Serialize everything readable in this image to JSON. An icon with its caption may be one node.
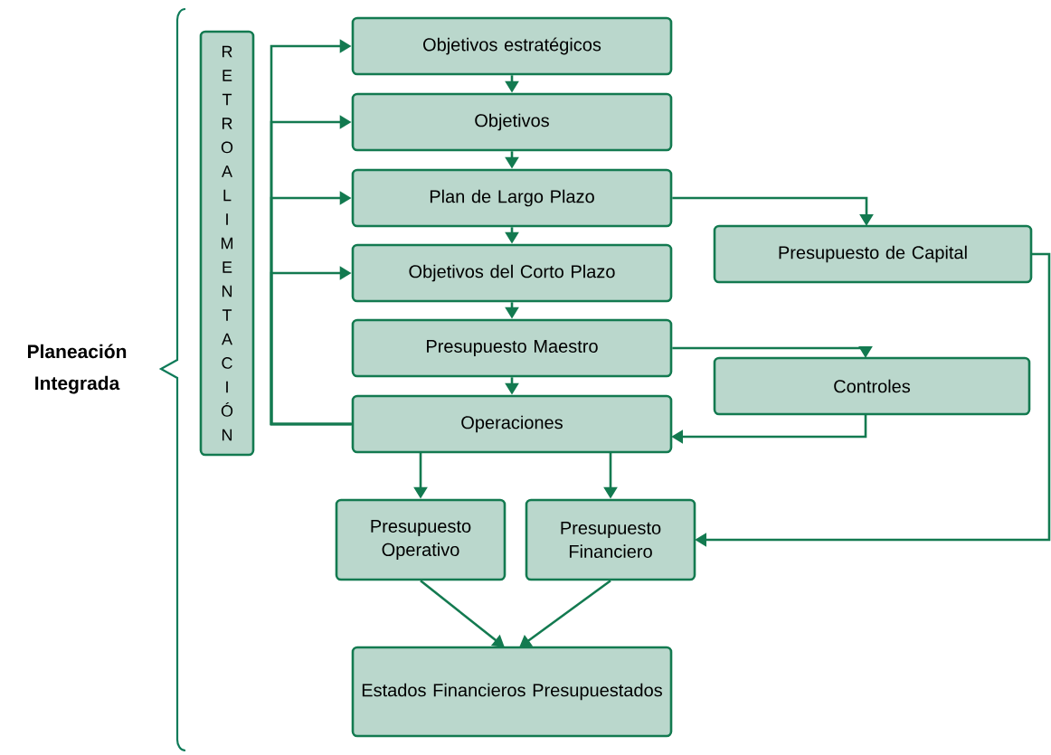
{
  "diagram": {
    "nodes": [
      {
        "text": [
          "RETROALIMENTACIÓN"
        ]
      },
      {
        "text": [
          "Objetivos estratégicos"
        ]
      },
      {
        "text": [
          "Objetivos"
        ]
      },
      {
        "text": [
          "Plan de Largo Plazo"
        ]
      },
      {
        "text": [
          "Objetivos del Corto Plazo"
        ]
      },
      {
        "text": [
          "Presupuesto Maestro"
        ]
      },
      {
        "text": [
          "Operaciones"
        ]
      },
      {
        "text": [
          "Presupuesto de Capital"
        ]
      },
      {
        "text": [
          "Controles"
        ]
      },
      {
        "text": [
          "Presupuesto Operativo"
        ]
      },
      {
        "text": [
          "Presupuesto Financiero"
        ]
      },
      {
        "text": [
          "Estados Financieros Presupuestados"
        ]
      }
    ],
    "edges": [
      {
        "from": 1,
        "to": 2,
        "arrow": "to"
      },
      {
        "from": 2,
        "to": 3,
        "arrow": "to"
      },
      {
        "from": 3,
        "to": 4,
        "arrow": "to"
      },
      {
        "from": 4,
        "to": 5,
        "arrow": "to"
      },
      {
        "from": 5,
        "to": 6,
        "arrow": "to"
      },
      {
        "from": 3,
        "to": 7,
        "arrow": "to"
      },
      {
        "from": 5,
        "to": 8,
        "arrow": "to"
      },
      {
        "from": 8,
        "to": 6,
        "arrow": "to"
      },
      {
        "from": 6,
        "to": 9,
        "arrow": "to"
      },
      {
        "from": 6,
        "to": 10,
        "arrow": "to"
      },
      {
        "from": 9,
        "to": 11,
        "arrow": "to"
      },
      {
        "from": 10,
        "to": 11,
        "arrow": "to"
      },
      {
        "from": 7,
        "to": 10,
        "arrow": "to"
      },
      {
        "from": 6,
        "to": 1,
        "arrow": "to"
      },
      {
        "from": 6,
        "to": 2,
        "arrow": "to"
      },
      {
        "from": 6,
        "to": 3,
        "arrow": "to"
      },
      {
        "from": 6,
        "to": 4,
        "arrow": "to"
      }
    ],
    "labels": [
      "Planeación Integrada"
    ]
  }
}
